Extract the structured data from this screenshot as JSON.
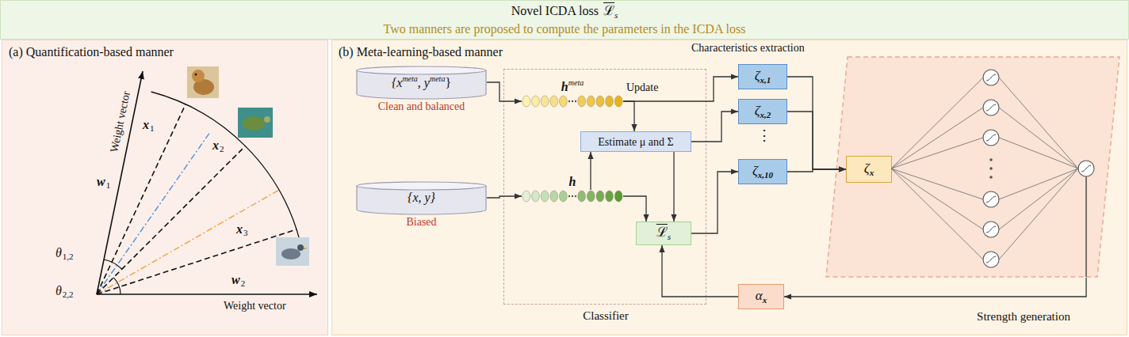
{
  "diagram": {
    "nodes": [
      {
        "text": [
          "Novel ICDA loss",
          "ℒ",
          "s",
          "Two manners are proposed to compute the parameters in the ICDA loss"
        ]
      },
      {
        "text": [
          "(a) Quantification-based manner"
        ]
      },
      {
        "text": [
          "(b) Meta-learning-based manner"
        ]
      },
      {
        "text": [
          "{x",
          "meta",
          ", y",
          "meta",
          "}",
          "Clean and balanced"
        ],
        "in": 2
      },
      {
        "text": [
          "{x, y}",
          "Biased"
        ],
        "in": 2
      },
      {
        "text": [
          "Classifier"
        ],
        "in": 2
      },
      {
        "text": [
          "h",
          "meta"
        ],
        "in": 5
      },
      {
        "text": [
          "h"
        ],
        "in": 5
      },
      {
        "text": [
          "Estimate μ and Σ"
        ],
        "in": 5
      },
      {
        "text": [
          "ℒ",
          "s"
        ],
        "in": 5
      },
      {
        "text": [
          "ζ",
          "x,1"
        ],
        "in": 2
      },
      {
        "text": [
          "ζ",
          "x,2"
        ],
        "in": 2
      },
      {
        "text": [
          "ζ",
          "x,10"
        ],
        "in": 2
      },
      {
        "text": [
          "Strength generation"
        ],
        "in": 2
      },
      {
        "text": [
          "ζ",
          "x"
        ],
        "in": 13
      },
      {
        "text": [
          "α",
          "x"
        ],
        "in": 2
      }
    ],
    "edges": [
      {
        "from": 3,
        "to": 6,
        "arrow": "to"
      },
      {
        "from": 4,
        "to": 7,
        "arrow": "to"
      },
      {
        "from": 6,
        "to": 8,
        "label": "Update",
        "arrow": "to"
      },
      {
        "from": 6,
        "to": 10,
        "arrow": "to"
      },
      {
        "from": 7,
        "to": 8,
        "arrow": "to"
      },
      {
        "from": 7,
        "to": 9,
        "arrow": "to"
      },
      {
        "from": 8,
        "to": 9,
        "arrow": "to"
      },
      {
        "from": 8,
        "to": 11,
        "arrow": "to"
      },
      {
        "from": 9,
        "to": 12,
        "arrow": "to"
      },
      {
        "from": 10,
        "to": 14,
        "arrow": "to"
      },
      {
        "from": 11,
        "to": 14,
        "arrow": "to"
      },
      {
        "from": 12,
        "to": 14,
        "arrow": "to"
      },
      {
        "from": 13,
        "to": 15,
        "arrow": "to"
      },
      {
        "from": 15,
        "to": 9,
        "arrow": "to"
      }
    ],
    "labels": [
      "Weight vector",
      "w",
      "1",
      "x",
      "1",
      "x",
      "2",
      "x",
      "3",
      "θ",
      "1,2",
      "θ",
      "2,2",
      "w",
      "2",
      "Weight vector",
      "Characteristics extraction",
      "⋮"
    ]
  }
}
